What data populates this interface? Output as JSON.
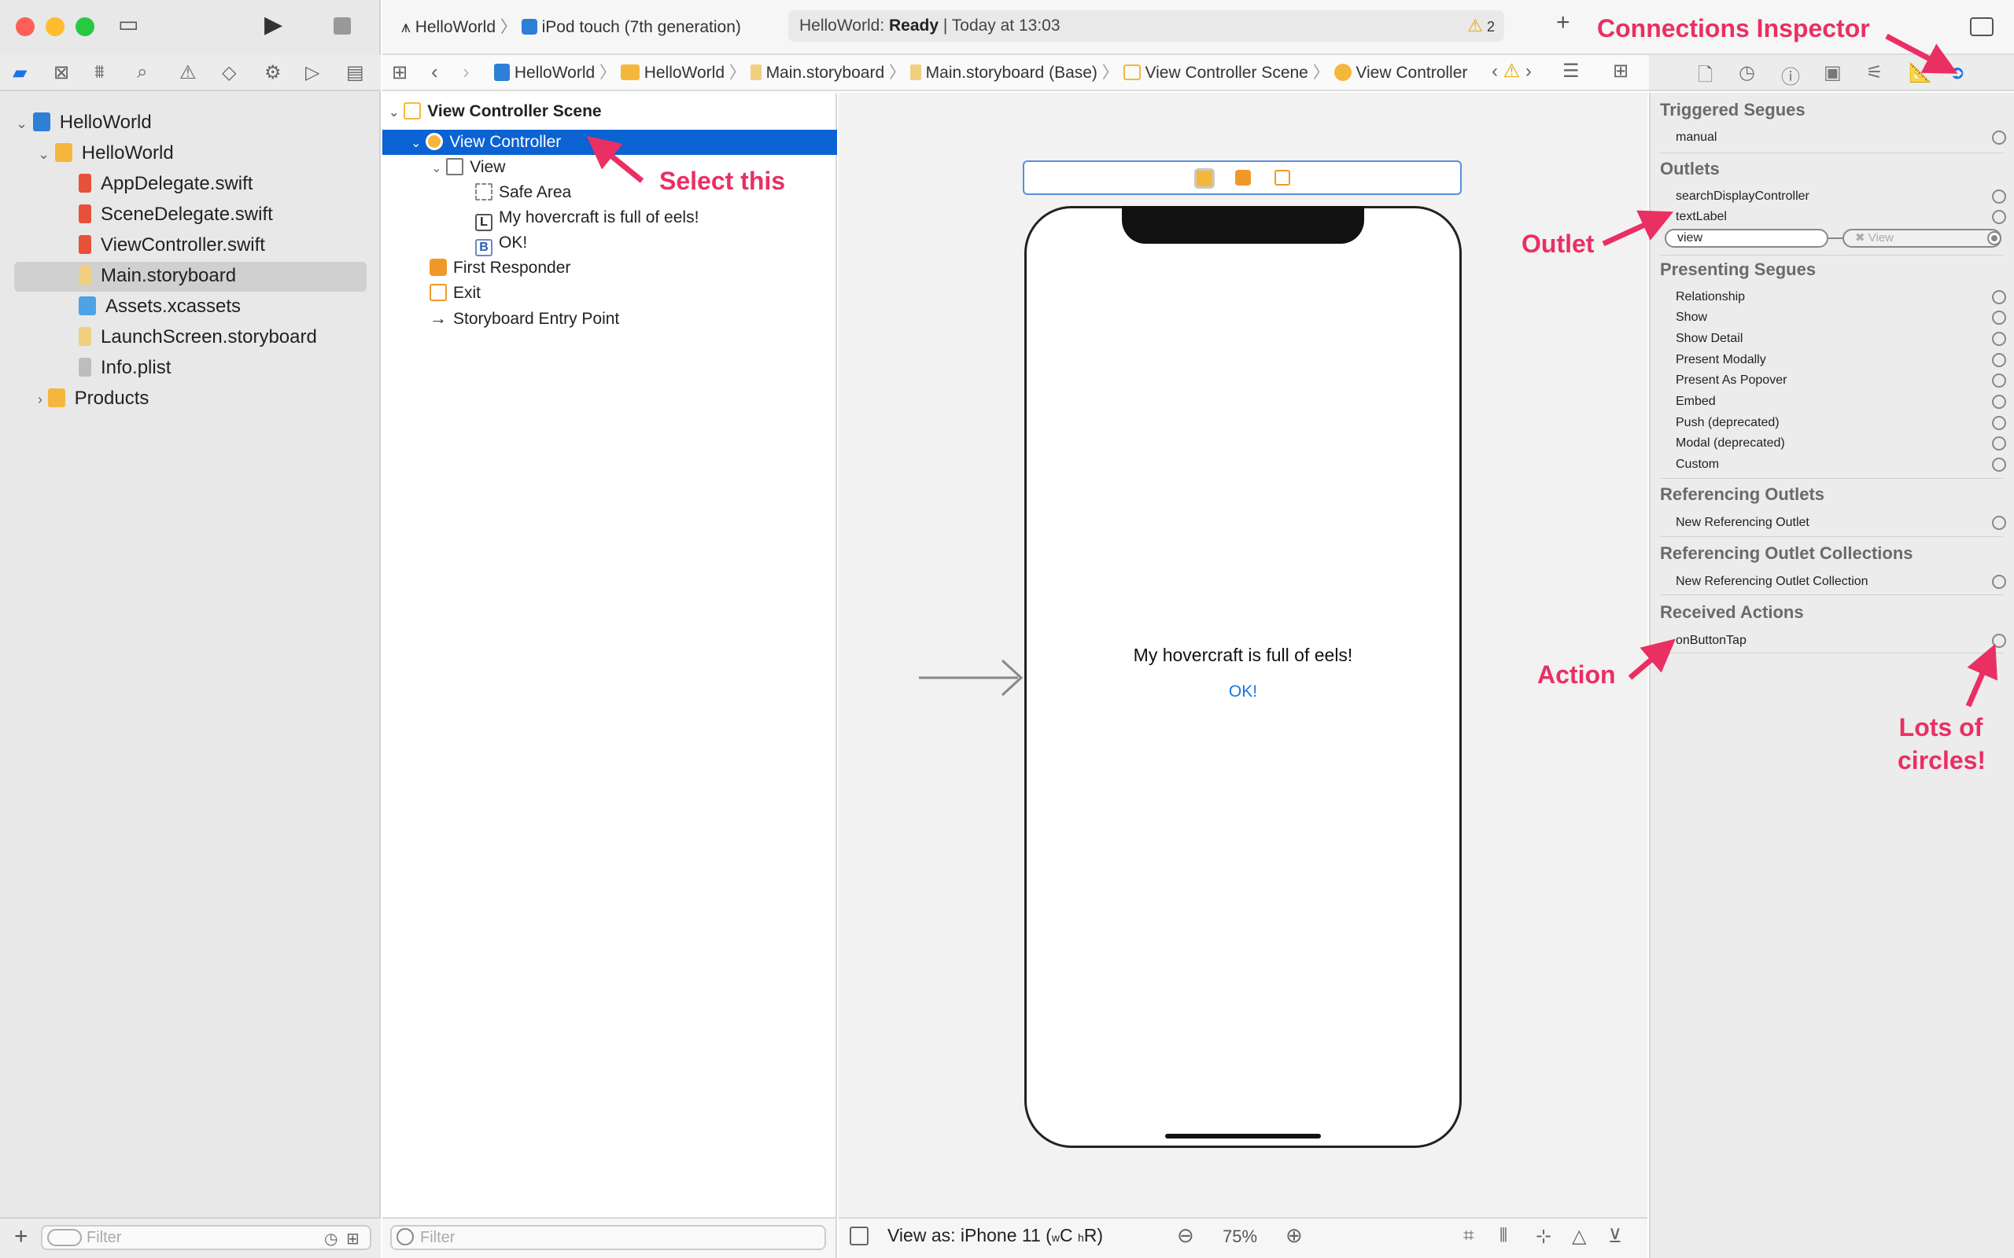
{
  "toolbar": {
    "scheme": "HelloWorld",
    "device": "iPod touch (7th generation)",
    "status_project": "HelloWorld: ",
    "status_state": "Ready",
    "status_time": " | Today at 13:03",
    "warning_count": "2"
  },
  "navigator": {
    "items": [
      {
        "label": "HelloWorld",
        "level": 0
      },
      {
        "label": "HelloWorld",
        "level": 1
      },
      {
        "label": "AppDelegate.swift",
        "level": 2
      },
      {
        "label": "SceneDelegate.swift",
        "level": 2
      },
      {
        "label": "ViewController.swift",
        "level": 2
      },
      {
        "label": "Main.storyboard",
        "level": 2
      },
      {
        "label": "Assets.xcassets",
        "level": 2
      },
      {
        "label": "LaunchScreen.storyboard",
        "level": 2
      },
      {
        "label": "Info.plist",
        "level": 2
      },
      {
        "label": "Products",
        "level": 1
      }
    ],
    "filter_placeholder": "Filter"
  },
  "breadcrumb": [
    "HelloWorld",
    "HelloWorld",
    "Main.storyboard",
    "Main.storyboard (Base)",
    "View Controller Scene",
    "View Controller"
  ],
  "outline": {
    "items": [
      "View Controller Scene",
      "View Controller",
      "View",
      "Safe Area",
      "My hovercraft is full of eels!",
      "OK!",
      "First Responder",
      "Exit",
      "Storyboard Entry Point"
    ],
    "badges": {
      "label": "L",
      "button": "B"
    },
    "filter_placeholder": "Filter"
  },
  "canvas": {
    "label_text": "My hovercraft is full of eels!",
    "button_text": "OK!",
    "view_as": "View as: iPhone 11 (",
    "size_class_w": "w",
    "size_class_c": "C ",
    "size_class_h": "h",
    "size_class_r": "R)",
    "zoom": "75%"
  },
  "inspector": {
    "triggered_segues": {
      "title": "Triggered Segues",
      "items": [
        "manual"
      ]
    },
    "outlets": {
      "title": "Outlets",
      "items": [
        "searchDisplayController",
        "textLabel",
        "view"
      ],
      "connected_target": "View"
    },
    "presenting_segues": {
      "title": "Presenting Segues",
      "items": [
        "Relationship",
        "Show",
        "Show Detail",
        "Present Modally",
        "Present As Popover",
        "Embed",
        "Push (deprecated)",
        "Modal (deprecated)",
        "Custom"
      ]
    },
    "referencing_outlets": {
      "title": "Referencing Outlets",
      "items": [
        "New Referencing Outlet"
      ]
    },
    "referencing_outlet_collections": {
      "title": "Referencing Outlet Collections",
      "items": [
        "New Referencing Outlet Collection"
      ]
    },
    "received_actions": {
      "title": "Received Actions",
      "items": [
        "onButtonTap"
      ]
    }
  },
  "annotations": {
    "connections_inspector": "Connections Inspector",
    "select_this": "Select this",
    "outlet": "Outlet",
    "action": "Action",
    "lots_of_circles_1": "Lots of",
    "lots_of_circles_2": "circles!"
  },
  "colors": {
    "accent": "#0a62d3",
    "annotation": "#ea2f63",
    "folder": "#f5b73b",
    "swift": "#e8503a"
  }
}
